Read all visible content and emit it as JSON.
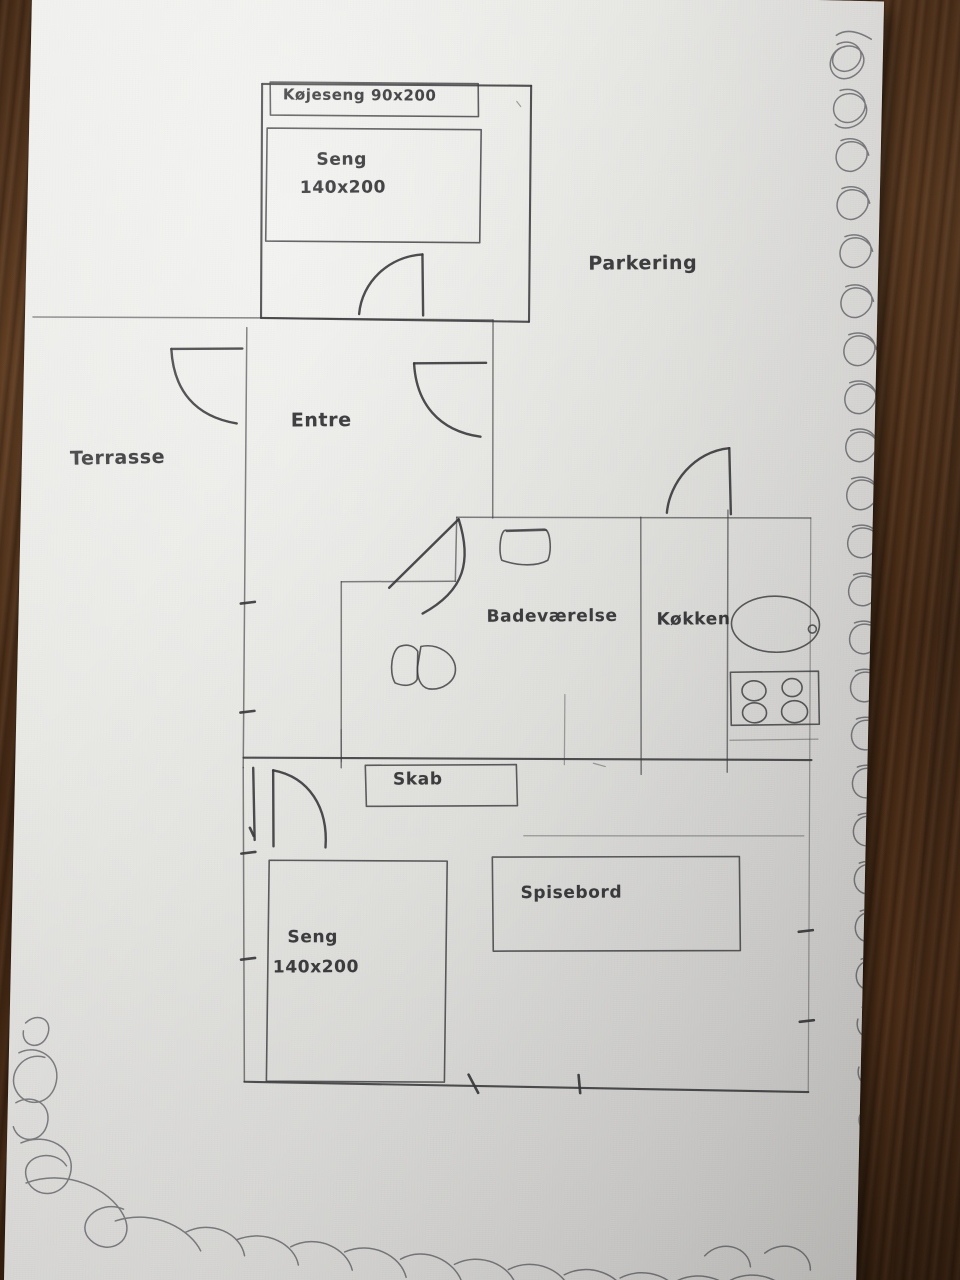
{
  "document": {
    "kind": "hand-drawn-floor-plan",
    "medium": "pencil on white paper photographed on a wooden table",
    "language": "Danish"
  },
  "rooms": {
    "bedroom_top": {
      "label": "Seng",
      "dimension": "140x200"
    },
    "bunk": {
      "label": "Køjeseng 90x200"
    },
    "hall": {
      "label": "Entre"
    },
    "terrace": {
      "label": "Terrasse"
    },
    "parking": {
      "label": "Parkering"
    },
    "bathroom": {
      "label": "Badeværelse"
    },
    "kitchen": {
      "label": "Køkken"
    },
    "closet": {
      "label": "Skab"
    },
    "dining": {
      "label": "Spisebord"
    },
    "bedroom_bottom": {
      "label": "Seng",
      "dimension": "140x200"
    }
  },
  "labels": {
    "bunk_bed": "Køjeseng 90x200",
    "bed_top_name": "Seng",
    "bed_top_size": "140x200",
    "parking": "Parkering",
    "hall": "Entre",
    "terrace": "Terrasse",
    "bathroom": "Badeværelse",
    "kitchen": "Køkken",
    "closet": "Skab",
    "dining_table": "Spisebord",
    "bed_bottom_name": "Seng",
    "bed_bottom_size": "140x200"
  },
  "fixtures": [
    {
      "name": "toilet",
      "room": "Badeværelse"
    },
    {
      "name": "bathroom-sink",
      "room": "Badeværelse"
    },
    {
      "name": "kitchen-sink",
      "room": "Køkken"
    },
    {
      "name": "stovetop-4-burner",
      "room": "Køkken"
    }
  ],
  "doors": [
    {
      "name": "terrace-door",
      "type": "swing"
    },
    {
      "name": "bedroom-top-door",
      "type": "swing"
    },
    {
      "name": "hall-door",
      "type": "swing"
    },
    {
      "name": "bathroom-door",
      "type": "swing-diagonal"
    },
    {
      "name": "kitchen-door",
      "type": "swing"
    },
    {
      "name": "bedroom-bottom-door",
      "type": "swing"
    }
  ],
  "colors": {
    "paper": "#e9e9e6",
    "desk": "#5e3a1f",
    "pencil": "#3b3b3d",
    "ink_label": "#28282b"
  },
  "decoration": {
    "doodle": "looping scribble border along right edge and bottom-left corner"
  }
}
